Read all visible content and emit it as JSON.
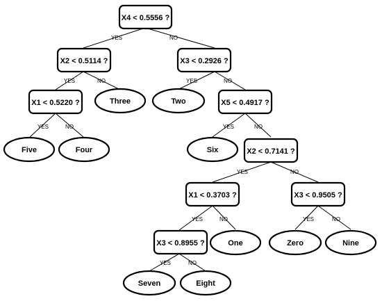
{
  "edge_labels": {
    "yes": "YES",
    "no": "NO"
  },
  "nodes": {
    "root": "X4 < 0.5556 ?",
    "n_x2_a": "X2 < 0.5114 ?",
    "n_x3_a": "X3 < 0.2926 ?",
    "n_x1_a": "X1 < 0.5220 ?",
    "n_x5": "X5 < 0.4917 ?",
    "n_x2_b": "X2 < 0.7141 ?",
    "n_x1_b": "X1 < 0.3703 ?",
    "n_x3_b": "X3 < 0.9505 ?",
    "n_x3_c": "X3 < 0.8955 ?"
  },
  "leaves": {
    "five": "Five",
    "four": "Four",
    "three": "Three",
    "two": "Two",
    "six": "Six",
    "one": "One",
    "zero": "Zero",
    "nine": "Nine",
    "seven": "Seven",
    "eight": "Eight"
  }
}
